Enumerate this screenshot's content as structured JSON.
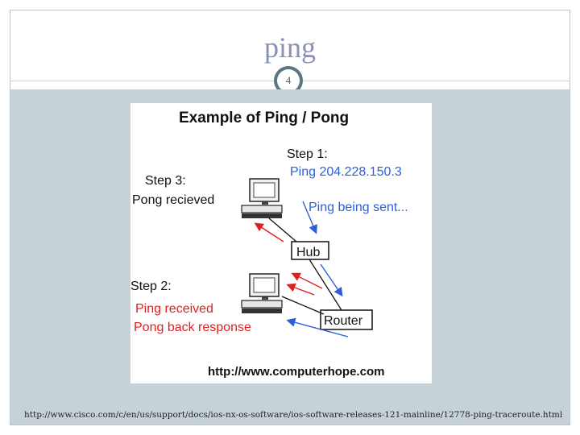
{
  "slide": {
    "title": "ping",
    "page_number": "4",
    "source_url": "http://www.cisco.com/c/en/us/support/docs/ios-nx-os-software/ios-software-releases-121-mainline/12778-ping-traceroute.html"
  },
  "diagram": {
    "heading": "Example of Ping / Pong",
    "step1_label": "Step 1:",
    "step1_text": "Ping 204.228.150.3",
    "step3_label": "Step 3:",
    "step3_text": "Pong recieved",
    "sent_text": "Ping  being sent...",
    "hub_label": "Hub",
    "step2_label": "Step 2:",
    "step2_line1": "Ping received",
    "step2_line2": "Pong back response",
    "router_label": "Router",
    "footer_url": "http://www.computerhope.com",
    "colors": {
      "blue": "#2b5fd9",
      "red": "#e02020",
      "black": "#111111"
    }
  }
}
